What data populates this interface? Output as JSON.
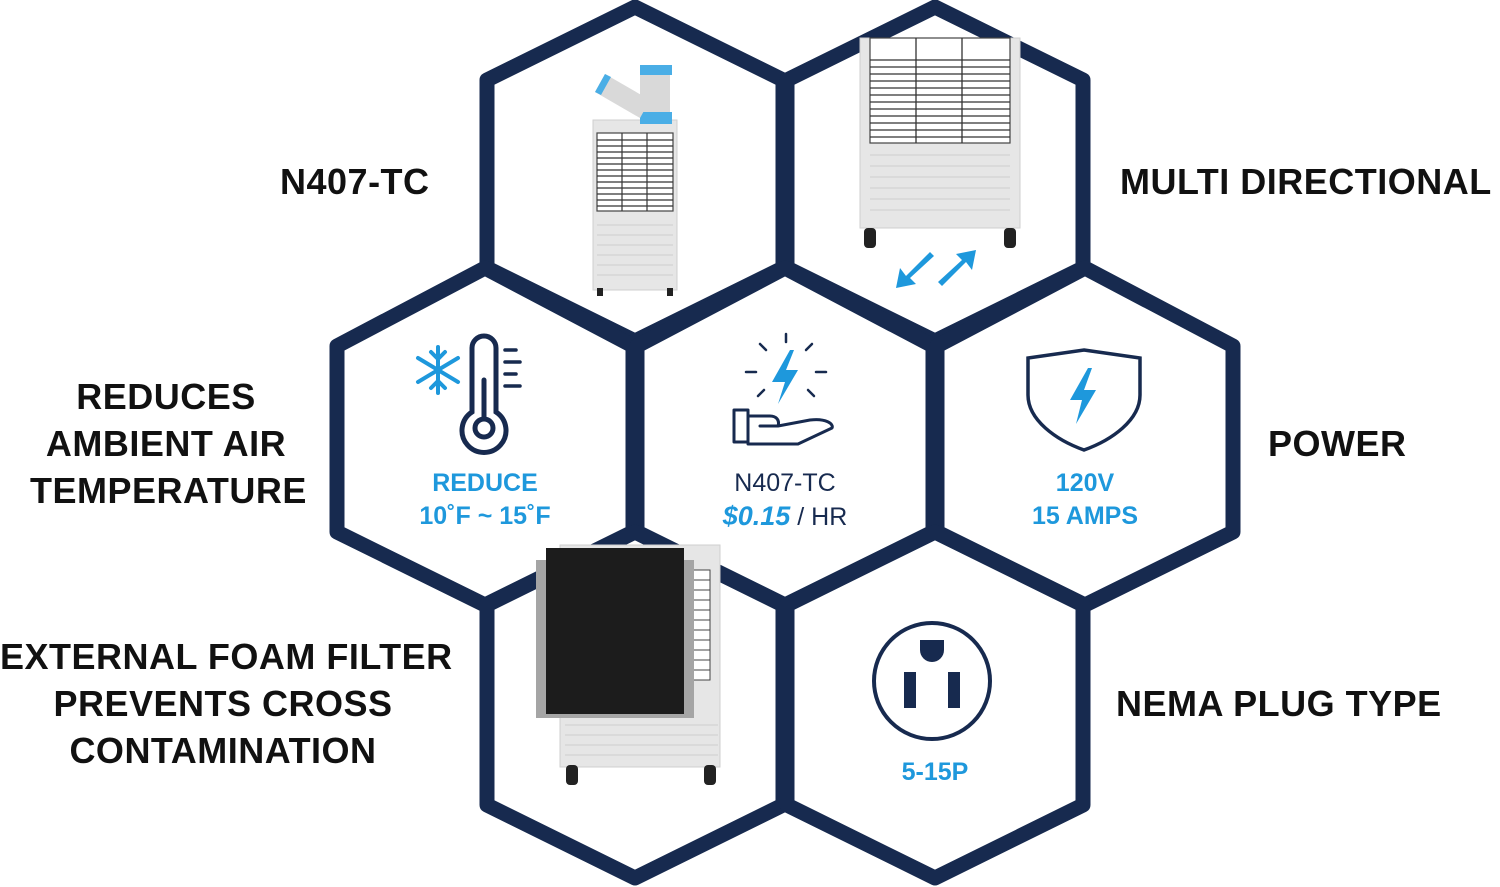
{
  "colors": {
    "hex_outline": "#172a4f",
    "accent_blue": "#1e98dc",
    "label_text": "#111111",
    "unit_body": "#e6e6e6",
    "filter_black": "#1c1c1c"
  },
  "labels": {
    "model": "N407-TC",
    "multi_directional": "MULTI DIRECTIONAL",
    "reduces": [
      "REDUCES",
      "AMBIENT AIR",
      "TEMPERATURE"
    ],
    "power": "POWER",
    "foam_filter": [
      "EXTERNAL FOAM FILTER",
      "PREVENTS CROSS",
      "CONTAMINATION"
    ],
    "nema_plug_type": "NEMA PLUG TYPE"
  },
  "cells": {
    "reduce": {
      "line1": "REDUCE",
      "line2": "10˚F ~ 15˚F",
      "icon": "snowflake-thermometer-icon"
    },
    "cost": {
      "model": "N407-TC",
      "price": "$0.15",
      "unit": " / HR",
      "icon": "hand-energy-icon"
    },
    "power": {
      "line1": "120V",
      "line2": "15 AMPS",
      "icon": "shield-bolt-icon"
    },
    "plug": {
      "line1": "5-15P",
      "icon": "nema-outlet-icon"
    },
    "unit_icon": "portable-ac-unit-icon",
    "multi_icon": "multi-direction-arrows-icon",
    "filter_icon": "foam-filter-unit-icon"
  }
}
